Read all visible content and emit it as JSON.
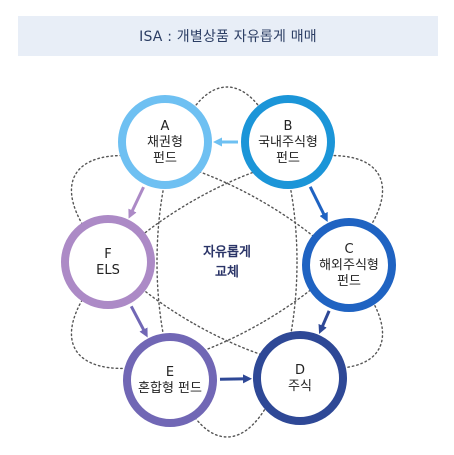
{
  "title": "ISA : 개별상품 자유롭게 매매",
  "center": {
    "lines": [
      "자유롭게",
      "교체"
    ]
  },
  "colors": {
    "A": "#6ec0f2",
    "B": "#1b95d8",
    "C": "#1f63c2",
    "D": "#2e4896",
    "E": "#7167b5",
    "F": "#ac8ac6",
    "title_bg": "#e8eef7",
    "title_text": "#2c3e64",
    "dotted": "#555555"
  },
  "nodes": [
    {
      "id": "A",
      "letter": "A",
      "lines": [
        "채권형",
        "펀드"
      ]
    },
    {
      "id": "B",
      "letter": "B",
      "lines": [
        "국내주식형",
        "펀드"
      ]
    },
    {
      "id": "C",
      "letter": "C",
      "lines": [
        "해외주식형",
        "펀드"
      ]
    },
    {
      "id": "D",
      "letter": "D",
      "lines": [
        "주식"
      ]
    },
    {
      "id": "E",
      "letter": "E",
      "lines": [
        "혼합형 펀드"
      ]
    },
    {
      "id": "F",
      "letter": "F",
      "lines": [
        "ELS"
      ]
    }
  ],
  "arrows": [
    {
      "from": "B",
      "to": "A"
    },
    {
      "from": "A",
      "to": "F"
    },
    {
      "from": "F",
      "to": "E"
    },
    {
      "from": "E",
      "to": "D"
    },
    {
      "from": "C",
      "to": "D"
    },
    {
      "from": "B",
      "to": "C"
    }
  ]
}
